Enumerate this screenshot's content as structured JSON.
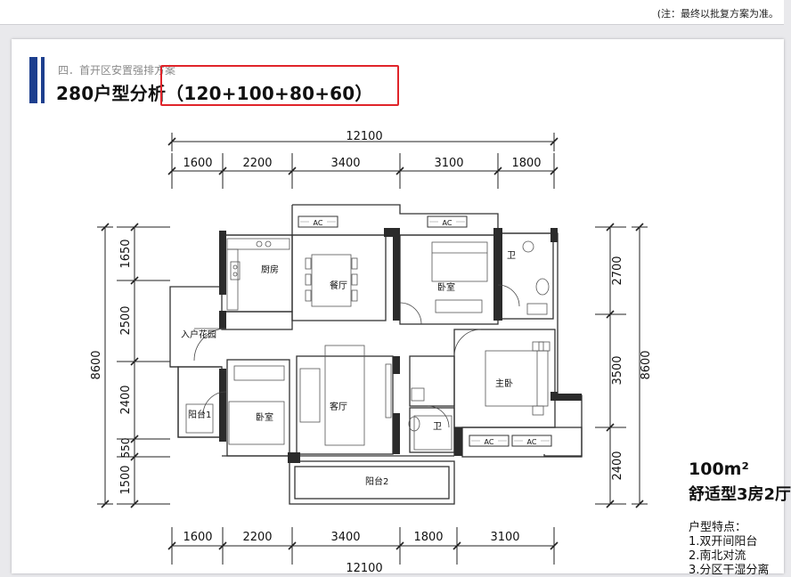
{
  "prev_page": {
    "note": "(注：最终以批复方案为准。"
  },
  "header": {
    "subtitle": "四．首开区安置强排方案",
    "title": "280户型分析（120+100+80+60）"
  },
  "colors": {
    "accent": "#1d3f8e",
    "highlight": "#e0242a"
  },
  "plan": {
    "top_total": "12100",
    "top_dims": [
      "1600",
      "2200",
      "3400",
      "3100",
      "1800"
    ],
    "bottom_dims": [
      "1600",
      "2200",
      "3400",
      "1800",
      "3100"
    ],
    "bottom_total": "12100",
    "left_dims": [
      "1650",
      "2500",
      "2400",
      "550",
      "1500"
    ],
    "left_total": "8600",
    "right_dims": [
      "2700",
      "3500",
      "2400"
    ],
    "right_total": "8600",
    "ac_label": "AC",
    "rooms": {
      "kitchen": "厨房",
      "dining": "餐厅",
      "bedroom_top": "卧室",
      "bath_top": "卫",
      "entry_garden": "入户花园",
      "master": "主卧",
      "living": "客厅",
      "balcony1": "阳台1",
      "bedroom_bottom": "卧室",
      "bath_bottom": "卫",
      "balcony2": "阳台2"
    }
  },
  "unit": {
    "size": "100m²",
    "type": "舒适型3房2厅",
    "features_title": "户型特点：",
    "features": [
      "1.双开间阳台",
      "2.南北对流",
      "3.分区干湿分离"
    ]
  }
}
